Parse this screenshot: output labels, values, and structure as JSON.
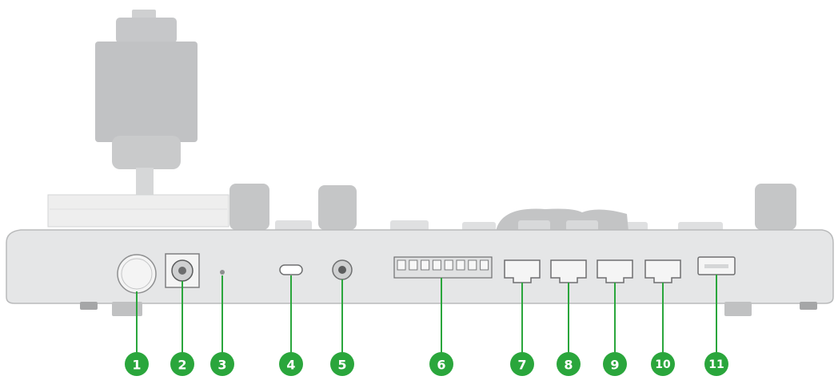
{
  "diagram": {
    "device": "ptz-controller-rear-panel",
    "callout_color": "#2aa63c",
    "leader_color": "#2aa63c",
    "callouts": [
      {
        "num": "1",
        "port": "xlr-round-connector"
      },
      {
        "num": "2",
        "port": "power-dc-jack"
      },
      {
        "num": "3",
        "port": "indicator-pinhole"
      },
      {
        "num": "4",
        "port": "usb-c-port"
      },
      {
        "num": "5",
        "port": "audio-jack"
      },
      {
        "num": "6",
        "port": "terminal-block"
      },
      {
        "num": "7",
        "port": "rj45-port"
      },
      {
        "num": "8",
        "port": "rj45-port"
      },
      {
        "num": "9",
        "port": "rj45-port"
      },
      {
        "num": "10",
        "port": "rj45-port"
      },
      {
        "num": "11",
        "port": "usb-a-port"
      }
    ]
  }
}
